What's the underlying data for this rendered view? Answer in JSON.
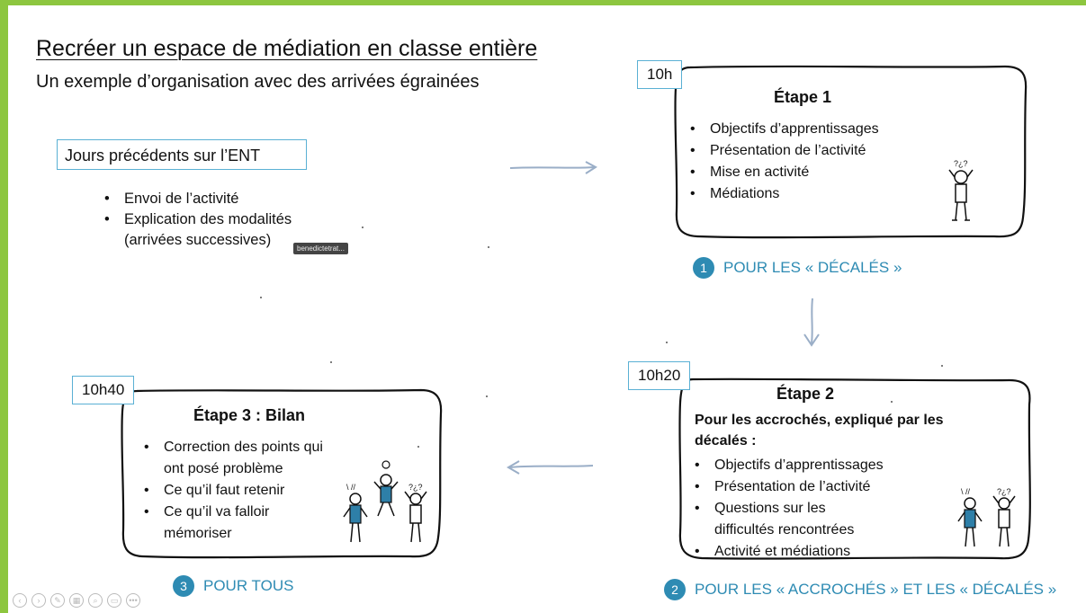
{
  "slide": {
    "title": "Recréer un espace de médiation en classe entière",
    "subtitle": "Un exemple d’organisation avec des arrivées égrainées",
    "colors": {
      "accent_green": "#8dc63f",
      "accent_blue": "#2e8bb3",
      "tag_border": "#5ab0d4"
    }
  },
  "ent": {
    "heading": "Jours précédents sur l’ENT",
    "items": [
      "Envoi de l’activité",
      "Explication des modalités (arrivées successives)"
    ],
    "tooltip": "benedictetrat..."
  },
  "step1": {
    "time": "10h",
    "title": "Étape 1",
    "items": [
      "Objectifs d’apprentissages",
      "Présentation de l’activité",
      "Mise en activité",
      "Médiations"
    ],
    "badge_number": "1",
    "badge_label": "POUR LES « DÉCALÉS »"
  },
  "step2": {
    "time": "10h20",
    "title": "Étape 2",
    "intro": "Pour les accrochés, expliqué par les décalés :",
    "items": [
      "Objectifs d’apprentissages",
      "Présentation de l’activité",
      "Questions sur les difficultés rencontrées",
      "Activité et médiations"
    ],
    "badge_number": "2",
    "badge_label": "POUR LES « ACCROCHÉS » ET LES « DÉCALÉS »"
  },
  "step3": {
    "time": "10h40",
    "title": "Étape 3 : Bilan",
    "items": [
      "Correction des points qui ont posé problème",
      "Ce qu’il faut retenir",
      "Ce qu’il va falloir mémoriser"
    ],
    "badge_number": "3",
    "badge_label": "POUR TOUS"
  },
  "controls": [
    {
      "name": "previous-slide-icon",
      "glyph": "‹"
    },
    {
      "name": "next-slide-icon",
      "glyph": "›"
    },
    {
      "name": "pen-icon",
      "glyph": "✎"
    },
    {
      "name": "slides-grid-icon",
      "glyph": "▦"
    },
    {
      "name": "zoom-icon",
      "glyph": "⌕"
    },
    {
      "name": "subtitles-icon",
      "glyph": "▭"
    },
    {
      "name": "more-options-icon",
      "glyph": "•••"
    }
  ]
}
